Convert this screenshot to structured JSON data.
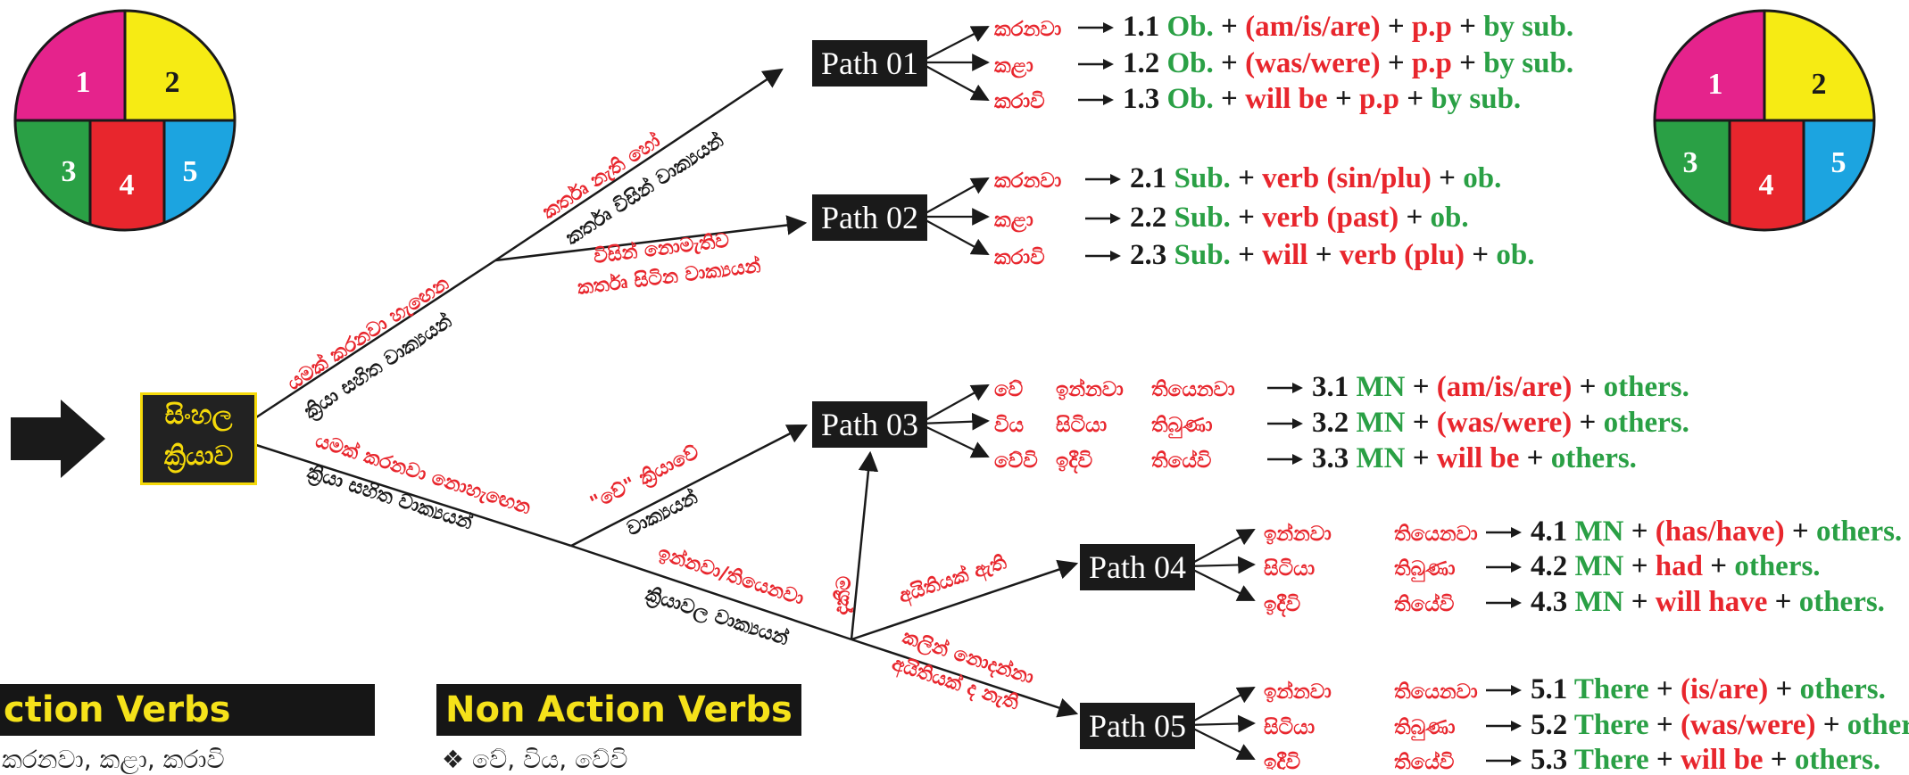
{
  "root": {
    "line1": "සිංහල",
    "line2": "ක්‍රියාව"
  },
  "pie_left": {
    "segments": [
      "1",
      "2",
      "3",
      "4",
      "5"
    ]
  },
  "pie_right": {
    "segments": [
      "1",
      "2",
      "3",
      "4",
      "5"
    ]
  },
  "colors": {
    "red": "#e8262d",
    "green": "#2aa045",
    "black": "#1a1a1a",
    "magenta": "#e5238c",
    "yellow": "#f6eb14",
    "blue": "#1ca4e0",
    "section_bg": "#161616",
    "section_text": "#f5e21a"
  },
  "branches": {
    "upper_red": "යමක් කරනවා හැඟෙන",
    "upper_black": "ක්‍රියා සහිත වාක්‍යයන්",
    "p1_red": "කර්තෘ නැති හෝ",
    "p1_black": "කර්තෘ විසින් වාක්‍යයන්",
    "p2_red": "විසින් නොමැතිව",
    "p2_black": "කර්තෘ සිටින වාක්‍යයන්",
    "lower_red": "යමක් කරනවා නොහැඟෙන",
    "lower_black": "ක්‍රියා සහිත වාක්‍යයන්",
    "p3_red": "\"වේ\" ක්‍රියාවේ",
    "p3_black": "වාක්‍යයන්",
    "mid_red": "ඉන්නවා/තියෙනවා",
    "mid_black": "ක්‍රියාවල වාක්‍යයන්",
    "vert_red": "දැකීම",
    "p4_red": "අයිතියක් ඇති",
    "p5_red1": "කලින් නොදන්නා",
    "p5_red2": "අයිතියක් ද නැති"
  },
  "paths": [
    "Path 01",
    "Path 02",
    "Path 03",
    "Path 04",
    "Path 05"
  ],
  "rules": [
    {
      "id": "p1r1",
      "words": [
        "කරනවා"
      ],
      "num": "1.1",
      "parts": [
        [
          "Ob.",
          "g"
        ],
        [
          " + ",
          "k"
        ],
        [
          "(am/is/are)",
          "r"
        ],
        [
          " + ",
          "k"
        ],
        [
          "p.p",
          "r"
        ],
        [
          " + ",
          "k"
        ],
        [
          "by sub.",
          "g"
        ]
      ]
    },
    {
      "id": "p1r2",
      "words": [
        "කළා"
      ],
      "num": "1.2",
      "parts": [
        [
          "Ob.",
          "g"
        ],
        [
          " + ",
          "k"
        ],
        [
          "(was/were)",
          "r"
        ],
        [
          " + ",
          "k"
        ],
        [
          "p.p",
          "r"
        ],
        [
          " + ",
          "k"
        ],
        [
          "by sub.",
          "g"
        ]
      ]
    },
    {
      "id": "p1r3",
      "words": [
        "කරාවි"
      ],
      "num": "1.3",
      "parts": [
        [
          "Ob.",
          "g"
        ],
        [
          " + ",
          "k"
        ],
        [
          "will be",
          "r"
        ],
        [
          "        + ",
          "k"
        ],
        [
          "p.p",
          "r"
        ],
        [
          " + ",
          "k"
        ],
        [
          "by sub.",
          "g"
        ]
      ]
    },
    {
      "id": "p2r1",
      "words": [
        "කරනවා"
      ],
      "num": "2.1",
      "parts": [
        [
          "Sub.",
          "g"
        ],
        [
          " + ",
          "k"
        ],
        [
          "verb (sin/plu)",
          "r"
        ],
        [
          "      + ",
          "k"
        ],
        [
          "ob.",
          "g"
        ]
      ]
    },
    {
      "id": "p2r2",
      "words": [
        "කළා"
      ],
      "num": "2.2",
      "parts": [
        [
          "Sub.",
          "g"
        ],
        [
          " + ",
          "k"
        ],
        [
          "verb (past)",
          "r"
        ],
        [
          "            + ",
          "k"
        ],
        [
          "ob.",
          "g"
        ]
      ]
    },
    {
      "id": "p2r3",
      "words": [
        "කරාවි"
      ],
      "num": "2.3",
      "parts": [
        [
          "Sub.",
          "g"
        ],
        [
          " + ",
          "k"
        ],
        [
          "will",
          "r"
        ],
        [
          " + ",
          "k"
        ],
        [
          "verb (plu)",
          "r"
        ],
        [
          " + ",
          "k"
        ],
        [
          "ob.",
          "g"
        ]
      ]
    },
    {
      "id": "p3r1",
      "words": [
        "වේ",
        "ඉන්නවා",
        "තියෙනවා"
      ],
      "num": "3.1",
      "parts": [
        [
          "MN",
          "g"
        ],
        [
          " + ",
          "k"
        ],
        [
          "(am/is/are)",
          "r"
        ],
        [
          " + ",
          "k"
        ],
        [
          "others.",
          "g"
        ]
      ]
    },
    {
      "id": "p3r2",
      "words": [
        "විය",
        "සිටියා",
        "තිබුණා"
      ],
      "num": "3.2",
      "parts": [
        [
          "MN",
          "g"
        ],
        [
          " + ",
          "k"
        ],
        [
          "(was/were)",
          "r"
        ],
        [
          " + ",
          "k"
        ],
        [
          "others.",
          "g"
        ]
      ]
    },
    {
      "id": "p3r3",
      "words": [
        "වේවි",
        "ඉදීවි",
        "තියේවි"
      ],
      "num": "3.3",
      "parts": [
        [
          "MN",
          "g"
        ],
        [
          " +    ",
          "k"
        ],
        [
          "will be",
          "r"
        ],
        [
          "    + ",
          "k"
        ],
        [
          "others.",
          "g"
        ]
      ]
    },
    {
      "id": "p4r1",
      "words": [
        "ඉන්නවා",
        "තියෙනවා"
      ],
      "num": "4.1",
      "parts": [
        [
          "MN",
          "g"
        ],
        [
          " + ",
          "k"
        ],
        [
          "(has/have)",
          "r"
        ],
        [
          " + ",
          "k"
        ],
        [
          "others.",
          "g"
        ]
      ]
    },
    {
      "id": "p4r2",
      "words": [
        "සිටියා",
        "තිබුණා"
      ],
      "num": "4.2",
      "parts": [
        [
          "MN",
          "g"
        ],
        [
          " + ",
          "k"
        ],
        [
          "had",
          "r"
        ],
        [
          "             + ",
          "k"
        ],
        [
          "others.",
          "g"
        ]
      ]
    },
    {
      "id": "p4r3",
      "words": [
        "ඉදීවි",
        "තියේවි"
      ],
      "num": "4.3",
      "parts": [
        [
          "MN",
          "g"
        ],
        [
          " + ",
          "k"
        ],
        [
          "will have",
          "r"
        ],
        [
          "   + ",
          "k"
        ],
        [
          "others.",
          "g"
        ]
      ]
    },
    {
      "id": "p5r1",
      "words": [
        "ඉන්නවා",
        "තියෙනවා"
      ],
      "num": "5.1",
      "parts": [
        [
          "There",
          "g"
        ],
        [
          " + ",
          "k"
        ],
        [
          "(is/are)",
          "r"
        ],
        [
          "      + ",
          "k"
        ],
        [
          "others.",
          "g"
        ]
      ]
    },
    {
      "id": "p5r2",
      "words": [
        "සිටියා",
        "තිබුණා"
      ],
      "num": "5.2",
      "parts": [
        [
          "There",
          "g"
        ],
        [
          " + ",
          "k"
        ],
        [
          "(was/were)",
          "r"
        ],
        [
          " + ",
          "k"
        ],
        [
          "others.",
          "g"
        ]
      ]
    },
    {
      "id": "p5r3",
      "words": [
        "ඉදීවි",
        "තියේවි"
      ],
      "num": "5.3",
      "parts": [
        [
          "There",
          "g"
        ],
        [
          " + ",
          "k"
        ],
        [
          "will be",
          "r"
        ],
        [
          "         + ",
          "k"
        ],
        [
          "others.",
          "g"
        ]
      ]
    }
  ],
  "sections": {
    "action_title": "ction Verbs",
    "action_bullet": "කරනවා, කළා, කරාවි",
    "non_action_title": "Non Action Verbs",
    "non_action_bullet": "❖ වේ, විය, වේවි"
  }
}
